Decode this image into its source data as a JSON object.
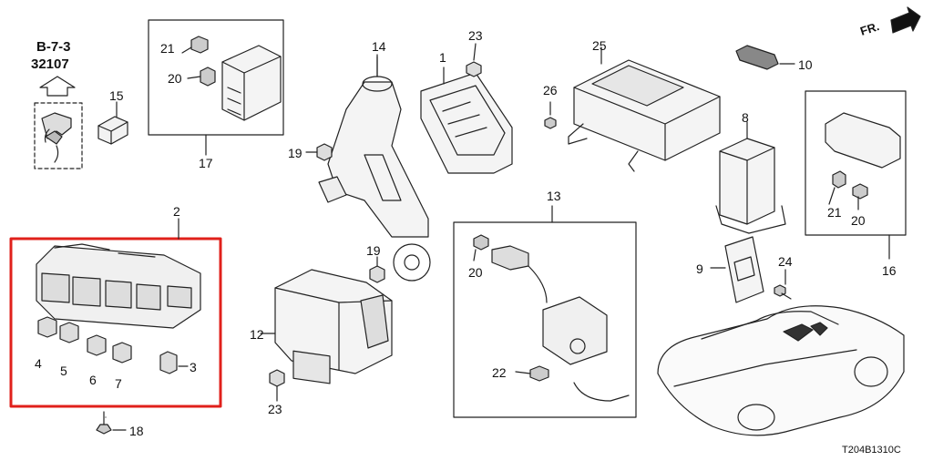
{
  "reference": {
    "line1": "B-7-3",
    "line2": "32107"
  },
  "direction": {
    "label": "FR."
  },
  "diagram_code": "T204B1310C",
  "highlight_color": "#e0201b",
  "parts": {
    "p1": "1",
    "p2": "2",
    "p3": "3",
    "p4": "4",
    "p5": "5",
    "p6": "6",
    "p7": "7",
    "p8": "8",
    "p9": "9",
    "p10": "10",
    "p12": "12",
    "p13": "13",
    "p14": "14",
    "p15": "15",
    "p16": "16",
    "p17": "17",
    "p18": "18",
    "p19a": "19",
    "p19b": "19",
    "p20a": "20",
    "p20b": "20",
    "p20c": "20",
    "p21a": "21",
    "p21b": "21",
    "p22": "22",
    "p23a": "23",
    "p23b": "23",
    "p24": "24",
    "p25": "25",
    "p26": "26"
  }
}
